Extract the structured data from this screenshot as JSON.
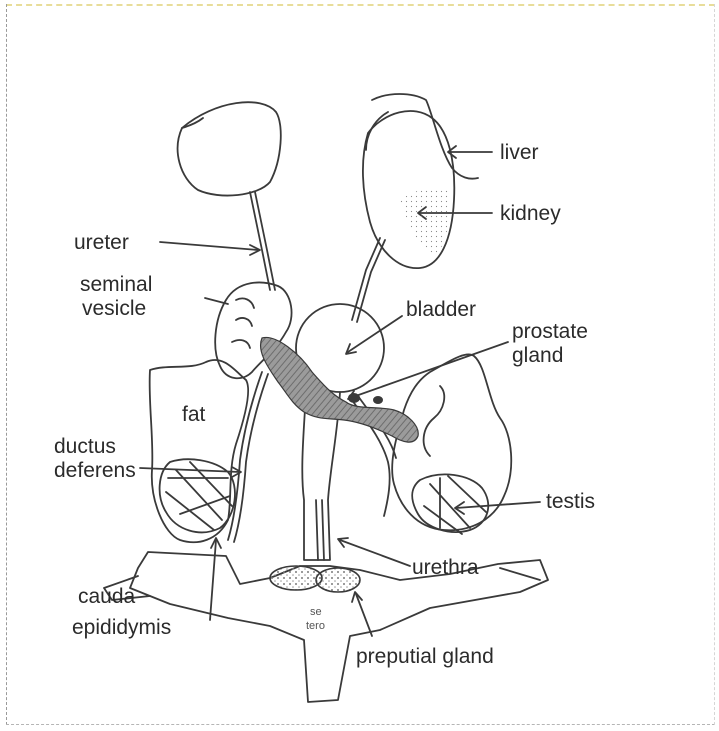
{
  "labels": {
    "liver": "liver",
    "kidney": "kidney",
    "ureter": "ureter",
    "seminal_line1": "seminal",
    "seminal_line2": "vesicle",
    "bladder": "bladder",
    "prostate_line1": "prostate",
    "prostate_line2": "gland",
    "fat": "fat",
    "ductus_line1": "ductus",
    "ductus_line2": "deferens",
    "testis": "testis",
    "urethra": "urethra",
    "cauda_line1": "cauda",
    "cauda_line2": "epididymis",
    "preputial": "preputial gland",
    "penis_mark1": "se",
    "penis_mark2": "tero"
  },
  "colors": {
    "line": "#3a3a3a",
    "stipple": "#8c8c8c",
    "border_top": "#e8dd9a"
  }
}
